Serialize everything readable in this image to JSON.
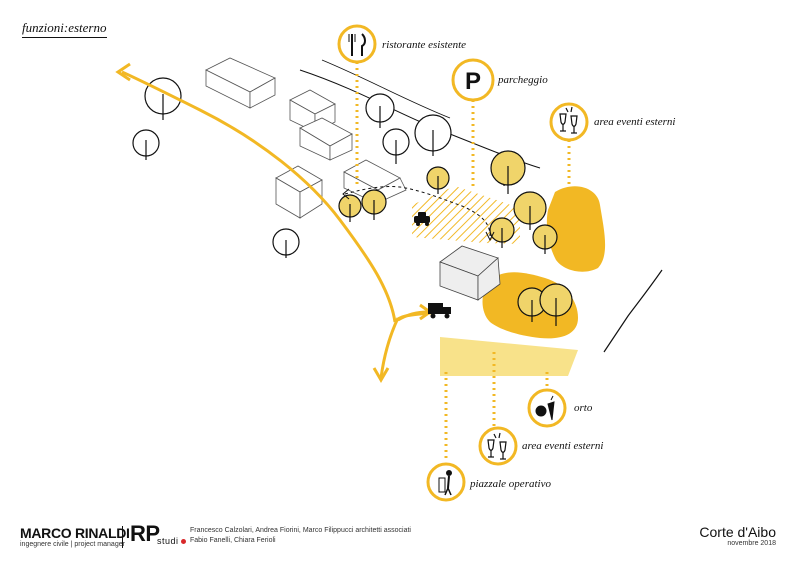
{
  "title": "funzioni:esterno",
  "labels": {
    "ristorante": "ristorante esistente",
    "parcheggio": "parcheggio",
    "area_eventi_top": "area eventi esterni",
    "orto": "orto",
    "area_eventi_bottom": "area eventi esterni",
    "piazzale": "piazzale operativo"
  },
  "icons": {
    "ristorante": "fork-knife-icon",
    "parcheggio": "parking-icon",
    "area_eventi_top": "wine-glasses-icon",
    "orto": "vegetables-icon",
    "area_eventi_bottom": "wine-glasses-icon",
    "piazzale": "worker-icon",
    "car": "car-icon",
    "truck": "truck-icon"
  },
  "parking_letter": "P",
  "footer": {
    "name": "MARCO RINALDI",
    "role": "ingegnere civile | project manager",
    "logo_main": "RP",
    "logo_sub": "studi",
    "credits_line1": "Francesco Calzolari, Andrea Fiorini, Marco Filippucci architetti associati",
    "credits_line2": "Fabio Fanelli, Chiara Ferioli",
    "project": "Corte d'Aibo",
    "date": "novembre 2018"
  },
  "colors": {
    "accent_yellow": "#f2b824",
    "light_yellow": "#f5dc7a",
    "pale_yellow": "#f8e28a",
    "tree_yellow": "#f0d46a",
    "line_black": "#111111",
    "logo_red": "#d8282a"
  }
}
